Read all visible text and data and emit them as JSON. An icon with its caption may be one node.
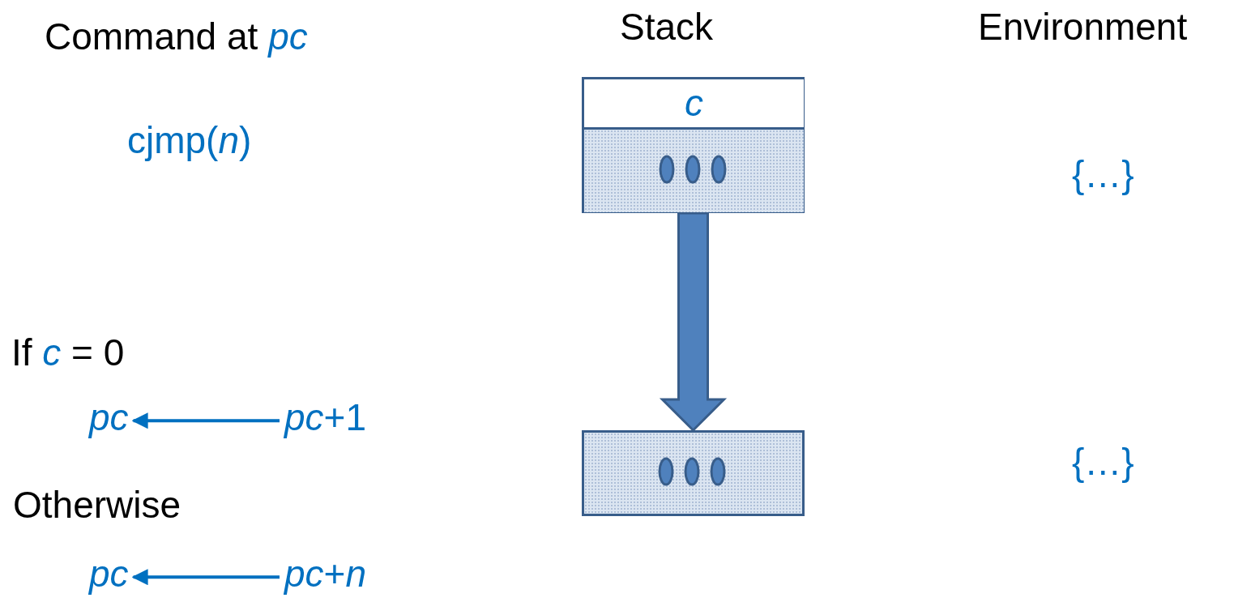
{
  "diagram": {
    "nodes": [
      {
        "text": [
          "pc"
        ]
      },
      {
        "text": [
          "*pc*+1"
        ]
      },
      {
        "text": [
          "pc"
        ]
      },
      {
        "text": [
          "*pc*+*n*"
        ]
      },
      {
        "text": [],
        "shape": "box"
      },
      {
        "text": [
          "c"
        ],
        "in": 4
      },
      {
        "text": [],
        "shape": "box",
        "in": 4
      },
      {
        "text": [],
        "shape": "box"
      }
    ],
    "edges": [
      {
        "from": 1,
        "to": 0,
        "arrow": "to"
      },
      {
        "from": 3,
        "to": 2,
        "arrow": "to"
      },
      {
        "from": 4,
        "to": 7,
        "arrow": "to",
        "style": "thick"
      }
    ],
    "labels": [
      "Command at *pc*",
      "Stack",
      "Environment",
      "cjmp(*n*)",
      "{…}",
      "If *c* = 0",
      "{…}",
      "Otherwise"
    ]
  }
}
